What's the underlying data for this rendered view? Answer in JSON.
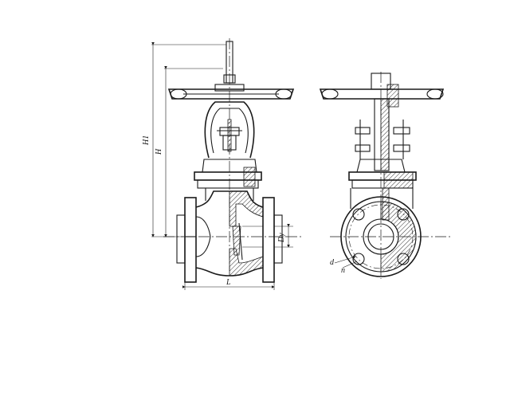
{
  "labels": {
    "H1": "H1",
    "H": "H",
    "Dy": "Dy",
    "L": "L",
    "d": "d",
    "n": "n"
  }
}
